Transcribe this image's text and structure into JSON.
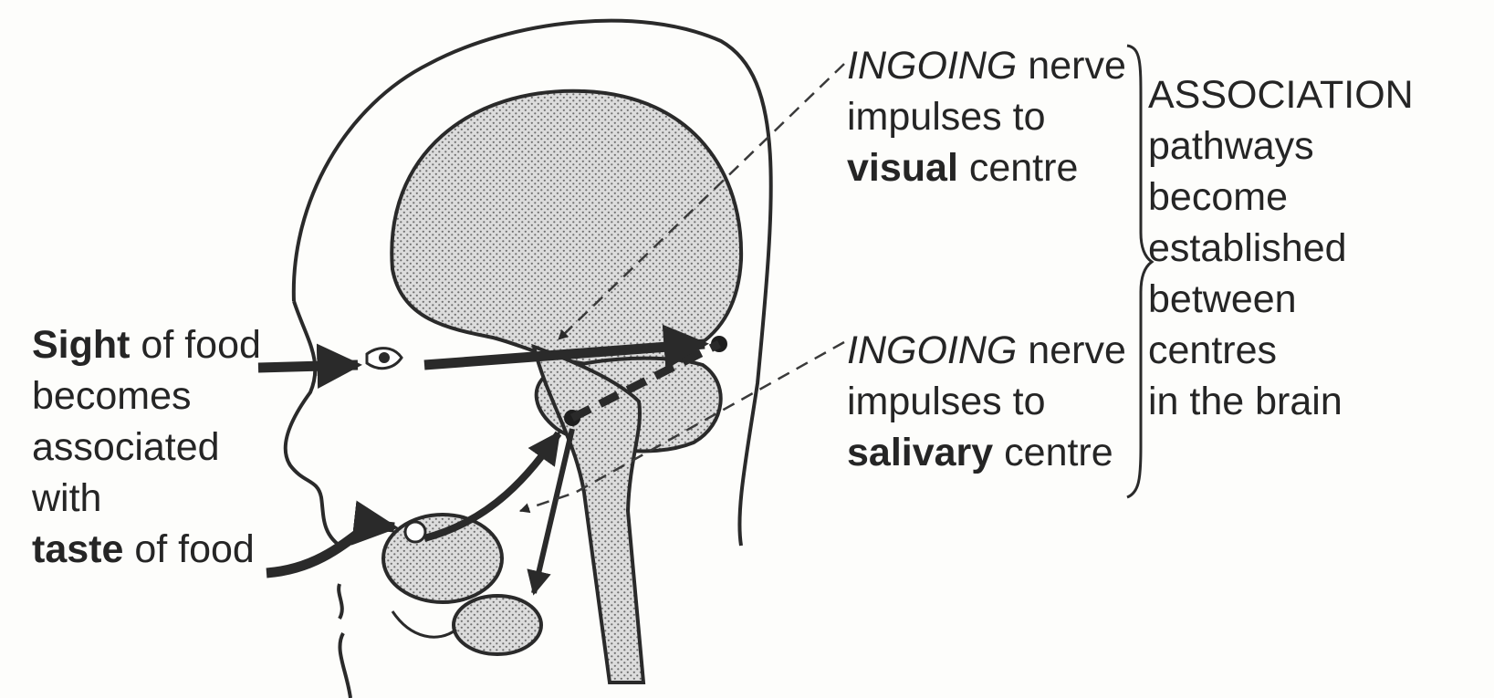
{
  "left_label": {
    "line1_bold": "Sight",
    "line1_rest": " of food",
    "line2": "becomes",
    "line3": "associated",
    "line4": "with",
    "line5_bold": "taste",
    "line5_rest": " of food"
  },
  "visual_label": {
    "line1_italic": "INGOING",
    "line1_rest": " nerve",
    "line2": "impulses to",
    "line3_bold": "visual",
    "line3_rest": " centre"
  },
  "salivary_label": {
    "line1_italic": "INGOING",
    "line1_rest": " nerve",
    "line2": "impulses to",
    "line3_bold": "salivary",
    "line3_rest": " centre"
  },
  "association_label": {
    "lines": [
      "ASSOCIATION",
      "pathways",
      "become",
      "established",
      "between",
      "centres",
      "in the brain"
    ]
  }
}
